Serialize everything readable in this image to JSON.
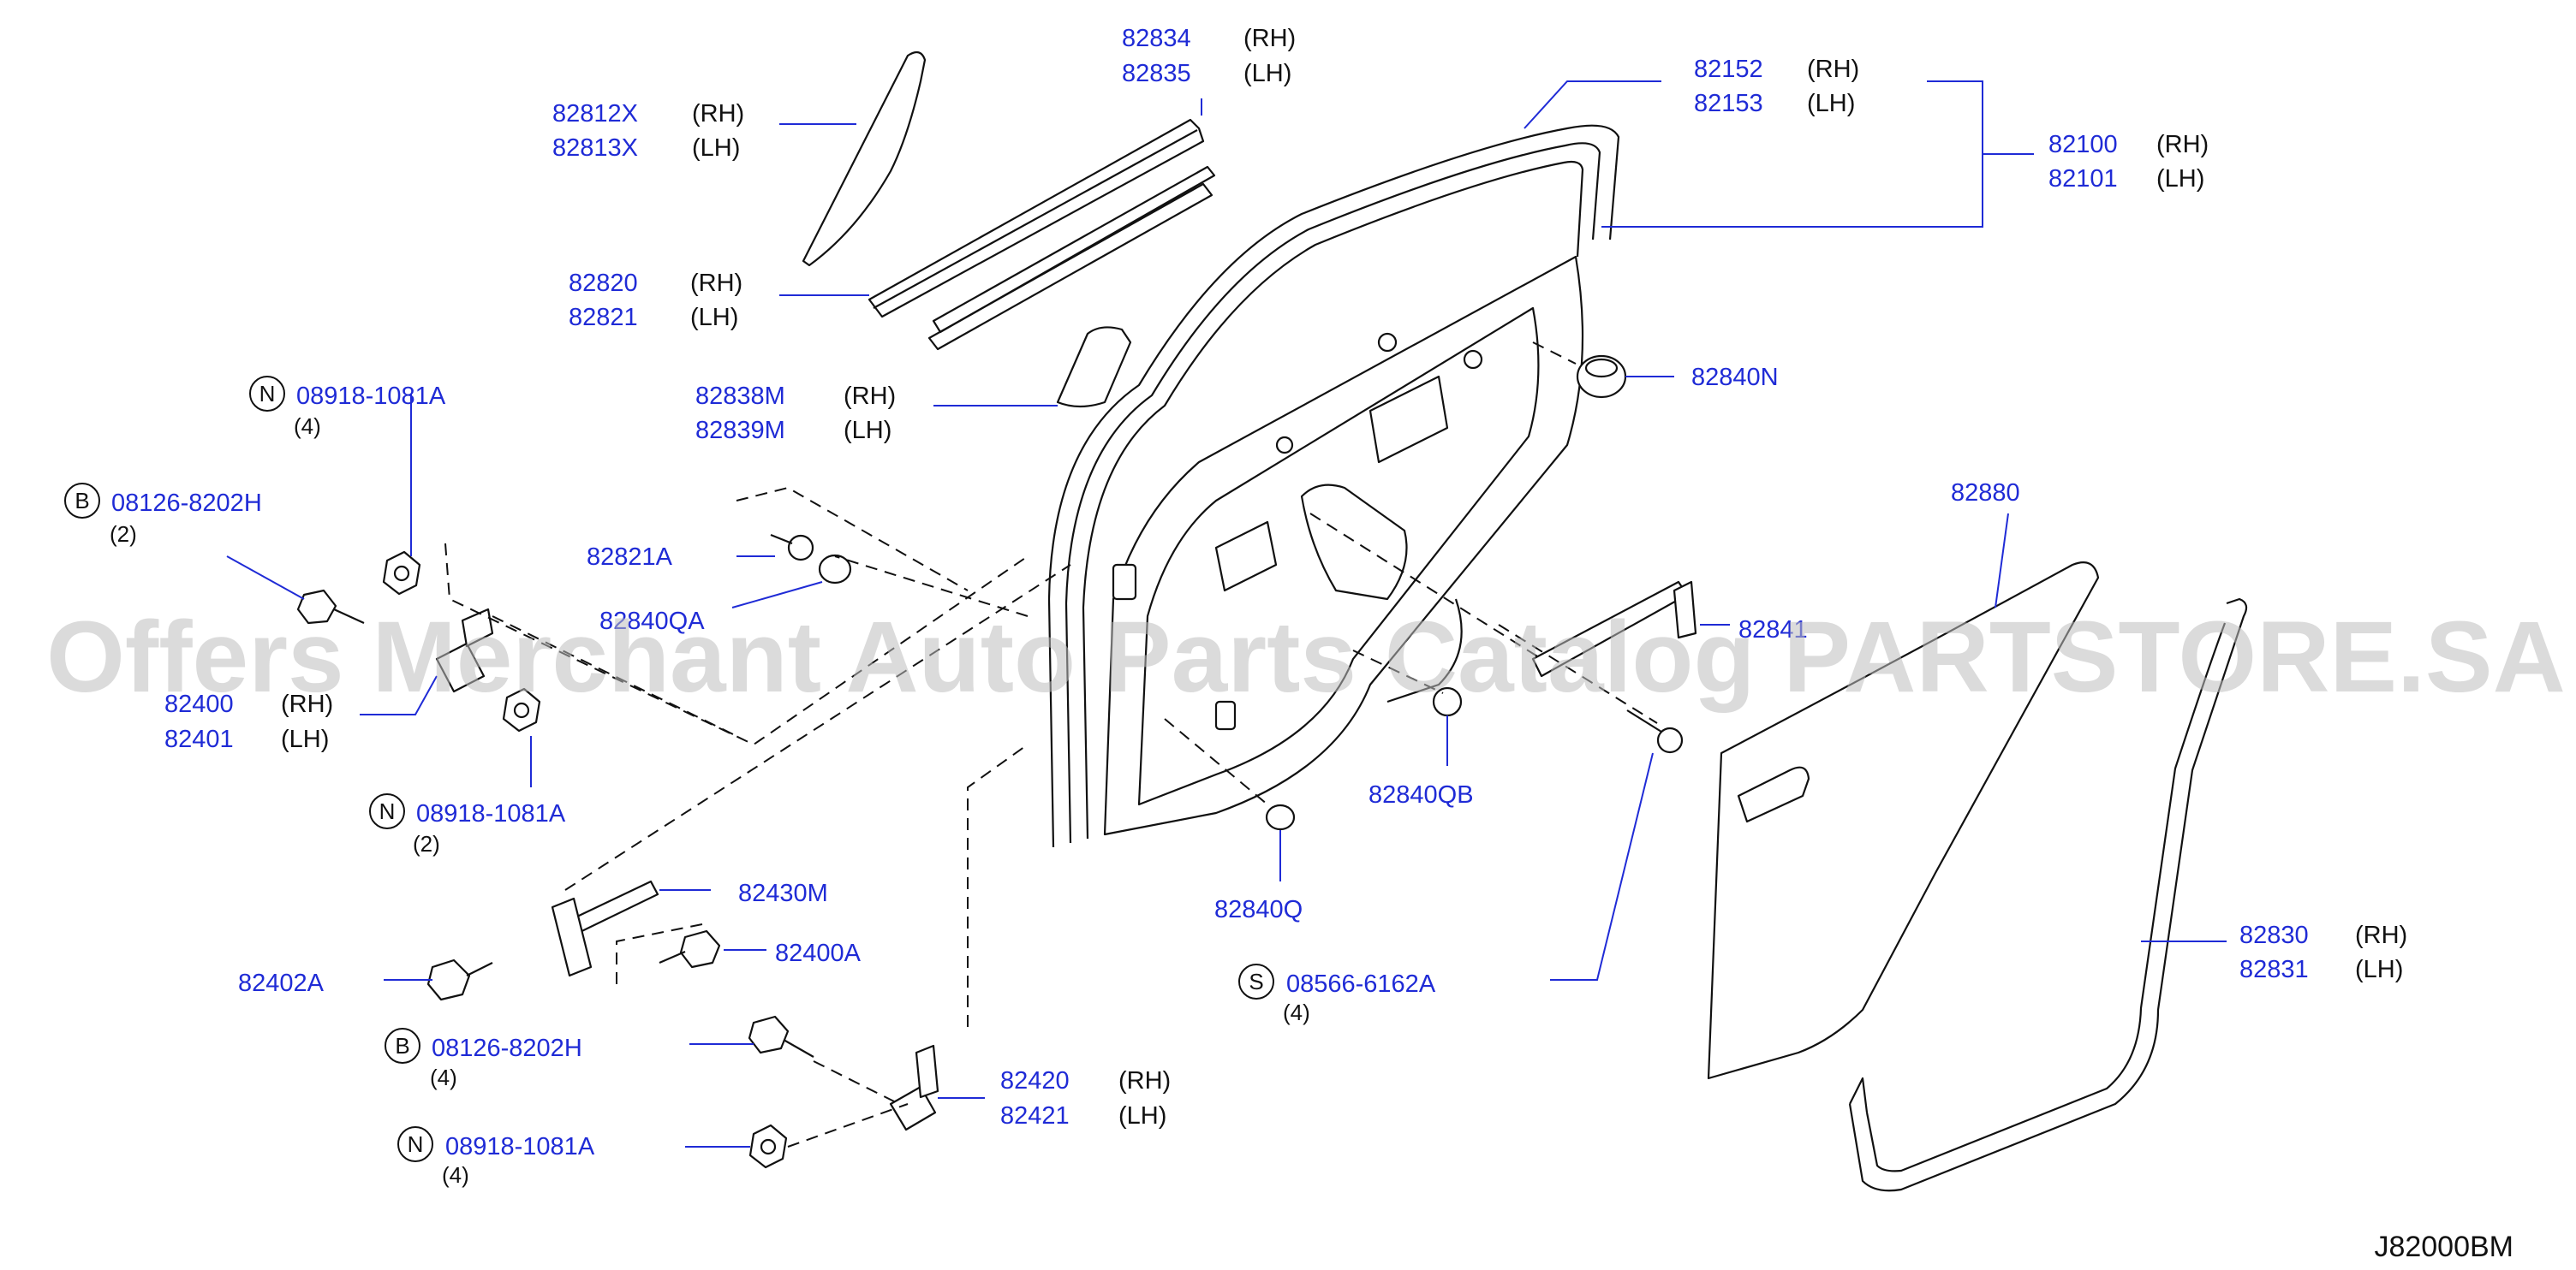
{
  "watermark": "Offers Merchant Auto Parts Catalog PARTSTORE.SA",
  "drawing_code": "J82000BM",
  "callouts": {
    "p82834": {
      "rh": "82834",
      "rh_side": "(RH)",
      "lh": "82835",
      "lh_side": "(LH)"
    },
    "p82812": {
      "rh": "82812X",
      "rh_side": "(RH)",
      "lh": "82813X",
      "lh_side": "(LH)"
    },
    "p82152": {
      "rh": "82152",
      "rh_side": "(RH)",
      "lh": "82153",
      "lh_side": "(LH)"
    },
    "p82100": {
      "rh": "82100",
      "rh_side": "(RH)",
      "lh": "82101",
      "lh_side": "(LH)"
    },
    "p82820": {
      "rh": "82820",
      "rh_side": "(RH)",
      "lh": "82821",
      "lh_side": "(LH)"
    },
    "p82838": {
      "rh": "82838M",
      "rh_side": "(RH)",
      "lh": "82839M",
      "lh_side": "(LH)"
    },
    "p82400": {
      "rh": "82400",
      "rh_side": "(RH)",
      "lh": "82401",
      "lh_side": "(LH)"
    },
    "p82830": {
      "rh": "82830",
      "rh_side": "(RH)",
      "lh": "82831",
      "lh_side": "(LH)"
    },
    "p82420": {
      "rh": "82420",
      "rh_side": "(RH)",
      "lh": "82421",
      "lh_side": "(LH)"
    },
    "p82840N": "82840N",
    "p82880": "82880",
    "p82821A": "82821A",
    "p82840QA": "82840QA",
    "p82841": "82841",
    "p82840QB": "82840QB",
    "p82840Q": "82840Q",
    "p82430M": "82430M",
    "p82400A": "82400A",
    "p82402A": "82402A"
  },
  "fasteners": {
    "n1": {
      "symbol": "N",
      "code": "08918-1081A",
      "qty": "(4)"
    },
    "b1": {
      "symbol": "B",
      "code": "08126-8202H",
      "qty": "(2)"
    },
    "n2": {
      "symbol": "N",
      "code": "08918-1081A",
      "qty": "(2)"
    },
    "s1": {
      "symbol": "S",
      "code": "08566-6162A",
      "qty": "(4)"
    },
    "b2": {
      "symbol": "B",
      "code": "08126-8202H",
      "qty": "(4)"
    },
    "n3": {
      "symbol": "N",
      "code": "08918-1081A",
      "qty": "(4)"
    }
  }
}
